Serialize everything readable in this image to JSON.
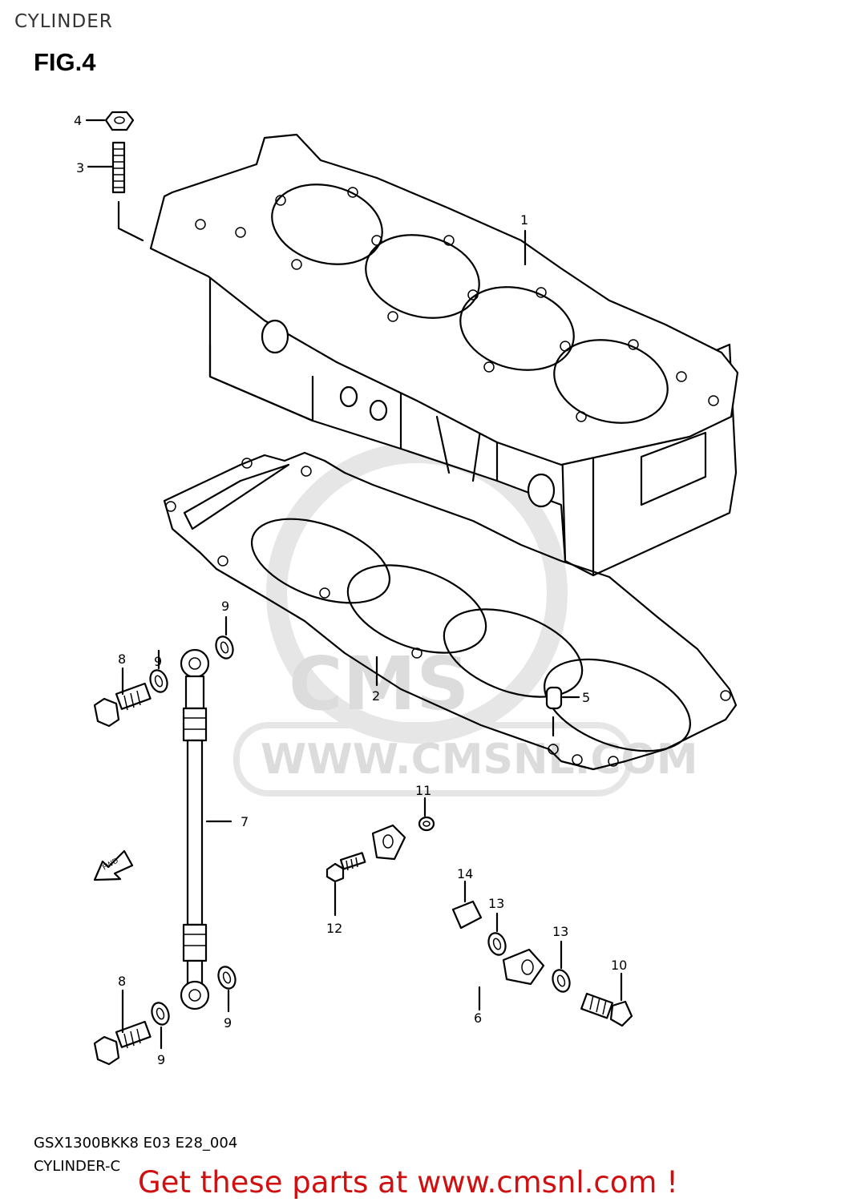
{
  "header": {
    "title": "CYLINDER"
  },
  "figure": {
    "label": "FIG.4"
  },
  "watermark": {
    "logo": "CMS",
    "url": "WWW.CMSNL.COM"
  },
  "callouts": {
    "c1": "1",
    "c2": "2",
    "c3": "3",
    "c4": "4",
    "c5": "5",
    "c6": "6",
    "c7": "7",
    "c8a": "8",
    "c8b": "8",
    "c9a": "9",
    "c9b": "9",
    "c9c": "9",
    "c9d": "9",
    "c10": "10",
    "c11": "11",
    "c12": "12",
    "c13a": "13",
    "c13b": "13",
    "c14": "14"
  },
  "fwd_badge": "FWD",
  "footer": {
    "code": "GSX1300BKK8 E03 E28_004",
    "sub": "CYLINDER-C",
    "cta": "Get these parts at www.cmsnl.com !"
  },
  "colors": {
    "cta": "#d01010",
    "line": "#000000",
    "watermark": "#dcdcdc"
  }
}
